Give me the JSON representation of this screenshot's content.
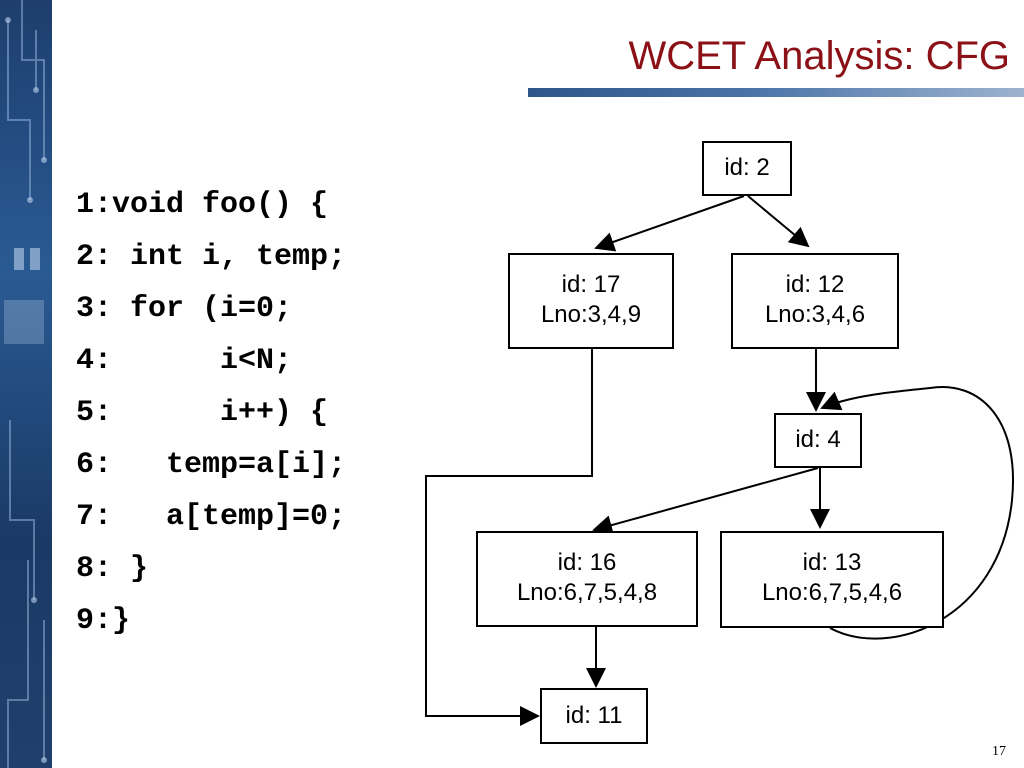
{
  "slide": {
    "title": "WCET Analysis: CFG",
    "number": "17"
  },
  "code_lines": [
    "1:void foo() {",
    "2: int i, temp;",
    "3: for (i=0;",
    "4:      i<N;",
    "5:      i++) {",
    "6:   temp=a[i];",
    "7:   a[temp]=0;",
    "8: }",
    "9:}"
  ],
  "cfg": {
    "nodes": {
      "n2": {
        "id_label": "id: 2"
      },
      "n17": {
        "id_label": "id: 17",
        "lno": "Lno:3,4,9"
      },
      "n12": {
        "id_label": "id: 12",
        "lno": "Lno:3,4,6"
      },
      "n4": {
        "id_label": "id: 4"
      },
      "n16": {
        "id_label": "id: 16",
        "lno": "Lno:6,7,5,4,8"
      },
      "n13": {
        "id_label": "id: 13",
        "lno": "Lno:6,7,5,4,6"
      },
      "n11": {
        "id_label": "id: 11"
      }
    },
    "edges": [
      {
        "from": "id: 2",
        "to": "id: 17"
      },
      {
        "from": "id: 2",
        "to": "id: 12"
      },
      {
        "from": "id: 12",
        "to": "id: 4"
      },
      {
        "from": "id: 4",
        "to": "id: 16"
      },
      {
        "from": "id: 4",
        "to": "id: 13"
      },
      {
        "from": "id: 13",
        "to": "id: 4"
      },
      {
        "from": "id: 16",
        "to": "id: 11"
      },
      {
        "from": "id: 17",
        "to": "id: 11"
      }
    ]
  }
}
